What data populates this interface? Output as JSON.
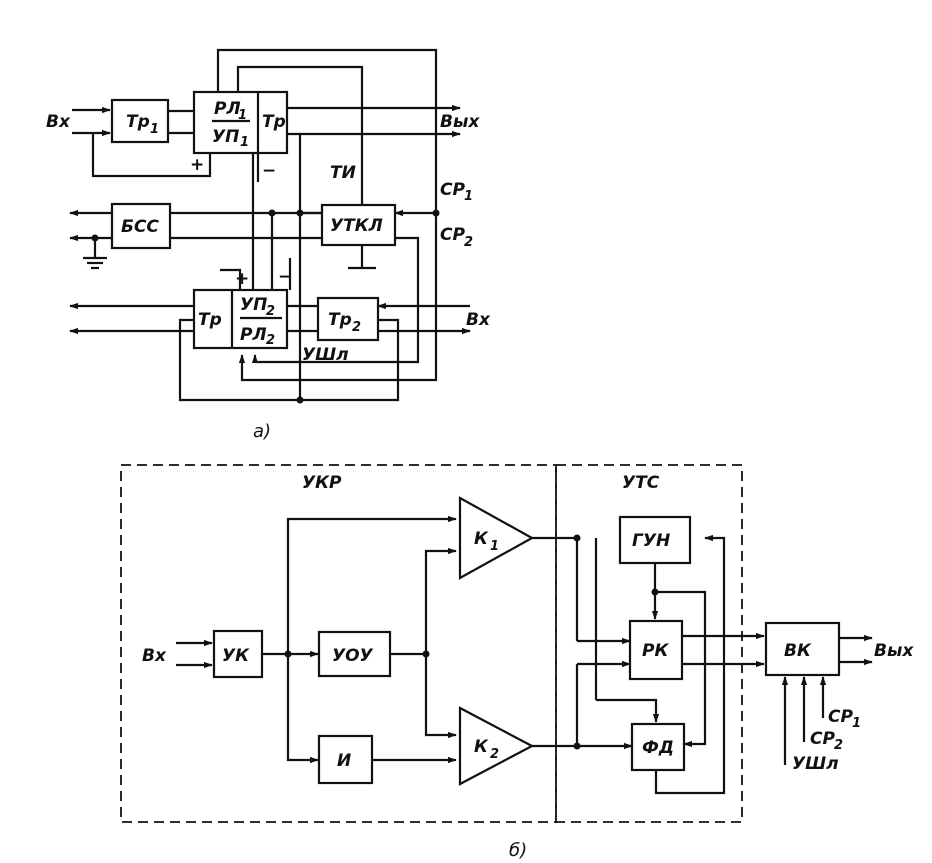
{
  "diagram_a": {
    "caption": "а)",
    "blocks": {
      "tr1": "Тр",
      "tr1_sub": "1",
      "rl1": "РЛ",
      "rl1_sub": "1",
      "up1": "УП",
      "up1_sub": "1",
      "tr_top": "Тр",
      "bss": "БСС",
      "utkl": "УТКЛ",
      "tr_bottom": "Тр",
      "up2": "УП",
      "up2_sub": "2",
      "rl2": "РЛ",
      "rl2_sub": "2",
      "tr2": "Тр",
      "tr2_sub": "2"
    },
    "labels": {
      "in_left": "Вх",
      "out_right": "Вых",
      "in_right": "Вх",
      "ti": "ТИ",
      "sr": "СР",
      "sr1_sub": "1",
      "sr2_sub": "2",
      "ushl": "УШл",
      "plus": "+",
      "minus": "−"
    }
  },
  "diagram_b": {
    "caption": "б)",
    "regions": {
      "ukr": "УКР",
      "uts": "УТС"
    },
    "blocks": {
      "uk": "УК",
      "uou": "УОУ",
      "i": "И",
      "k": "К",
      "k1_sub": "1",
      "k2_sub": "2",
      "gun": "ГУН",
      "rk": "РК",
      "fd": "ФД",
      "vk": "ВК"
    },
    "labels": {
      "in": "Вх",
      "out": "Вых",
      "sr": "СР",
      "sr1_sub": "1",
      "sr2_sub": "2",
      "ushl": "УШл"
    }
  }
}
